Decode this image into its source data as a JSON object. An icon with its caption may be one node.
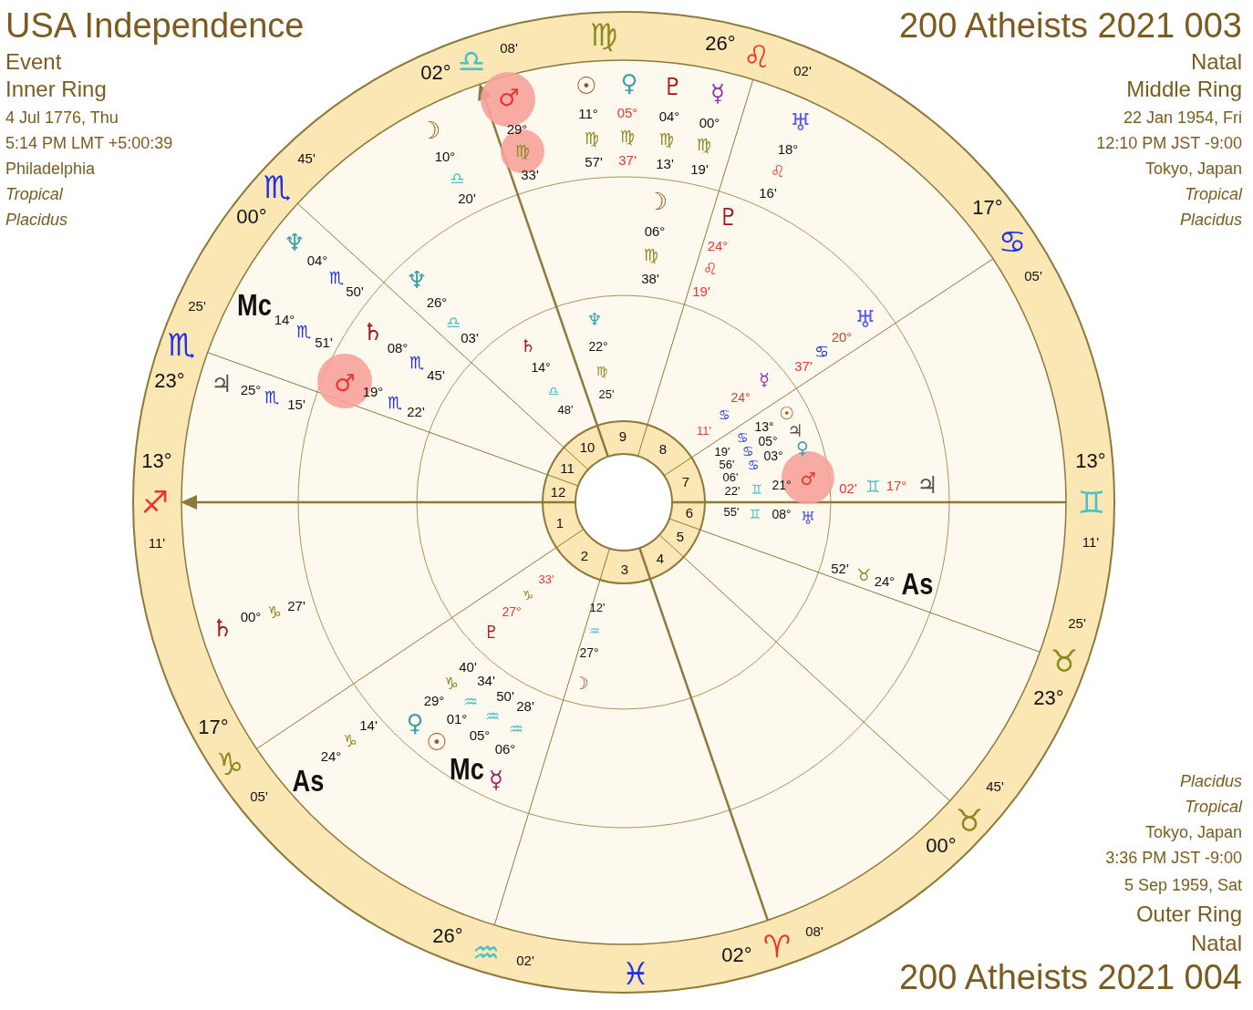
{
  "diagram": {
    "labels": [
      "USA Independence",
      "Event",
      "Inner Ring",
      "4 Jul 1776, Thu",
      "5:14 PM LMT +5:00:39",
      "Philadelphia",
      "Tropical",
      "Placidus",
      "200 Atheists 2021 003",
      "Natal",
      "Middle Ring",
      "22 Jan 1954, Fri",
      "12:10 PM JST -9:00",
      "Tokyo, Japan",
      "Tropical",
      "Placidus",
      "13°",
      "♐",
      "11'",
      "23°",
      "♏",
      "25'",
      "00°",
      "♏",
      "45'",
      "02°",
      "♎",
      "08'",
      "♍",
      "26°",
      "♌",
      "02'",
      "17°",
      "♋",
      "05'",
      "13°",
      "♊",
      "11'",
      "25'",
      "♉",
      "23°",
      "45'",
      "♉",
      "00°",
      "08'",
      "♈",
      "02°",
      "♓",
      "02'",
      "♒",
      "26°",
      "05'",
      "♑",
      "17°",
      "1",
      "2",
      "3",
      "4",
      "5",
      "6",
      "7",
      "8",
      "9",
      "10",
      "11",
      "12",
      "♂",
      "29°",
      "♍",
      "33'",
      "☉",
      "11°",
      "♍",
      "57'",
      "♀",
      "05°",
      "♍",
      "37'",
      "♇",
      "04°",
      "♍",
      "13'",
      "☿",
      "00°",
      "♍",
      "19'",
      "♅",
      "18°",
      "♌",
      "16'",
      "☽",
      "10°",
      "♎",
      "20'",
      "♆",
      "04°",
      "♏",
      "50'",
      "Mc",
      "14°",
      "♏",
      "51'",
      "♃",
      "25°",
      "♏",
      "15'",
      "♄",
      "00°",
      "♑",
      "27'",
      "As",
      "24°",
      "♑",
      "14'",
      "☽",
      "06°",
      "♍",
      "38'",
      "♇",
      "24°",
      "♌",
      "19'",
      "♅",
      "20°",
      "♋",
      "37'",
      "♃",
      "17°",
      "♊",
      "02'",
      "As",
      "24°",
      "♉",
      "52'",
      "☿",
      "06°",
      "♒",
      "28'",
      "Mc",
      "05°",
      "♒",
      "50'",
      "☉",
      "01°",
      "♒",
      "34'",
      "♀",
      "29°",
      "♑",
      "40'",
      "♂",
      "19°",
      "♏",
      "22'",
      "♄",
      "08°",
      "♏",
      "45'",
      "♆",
      "26°",
      "♎",
      "03'",
      "♆",
      "22°",
      "♍",
      "25'",
      "♄",
      "14°",
      "♎",
      "48'",
      "☿",
      "24°",
      "♋",
      "11'",
      "☉",
      "13°",
      "♋",
      "19'",
      "♃",
      "05°",
      "♋",
      "56'",
      "♀",
      "03°",
      "♋",
      "06'",
      "♂",
      "21°",
      "♊",
      "22'",
      "♅",
      "08°",
      "♊",
      "55'",
      "♇",
      "27°",
      "♑",
      "33'",
      "☽",
      "27°",
      "♒",
      "12'",
      "Placidus",
      "Tropical",
      "Tokyo, Japan",
      "3:36 PM JST -9:00",
      "5 Sep 1959, Sat",
      "Outer Ring",
      "Natal",
      "200 Atheists 2021 004"
    ]
  }
}
